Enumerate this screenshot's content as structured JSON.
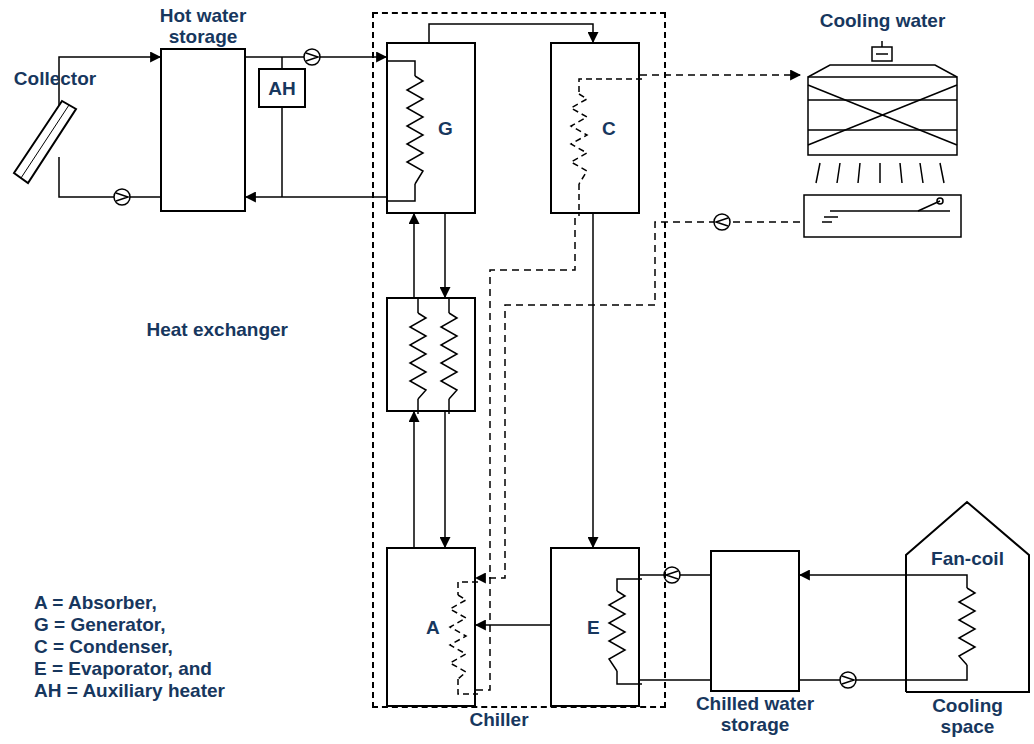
{
  "diagram": {
    "nodes": [
      {
        "text": [
          "Collector"
        ]
      },
      {
        "text": [
          "Hot water storage"
        ]
      },
      {
        "text": [
          "AH"
        ]
      },
      {
        "text": [
          "Chiller"
        ]
      },
      {
        "text": [
          "G"
        ],
        "in": 3
      },
      {
        "text": [
          "C"
        ],
        "in": 3
      },
      {
        "text": [
          "Heat exchanger"
        ],
        "in": 3
      },
      {
        "text": [
          "A"
        ],
        "in": 3
      },
      {
        "text": [
          "E"
        ],
        "in": 3
      },
      {
        "text": [
          "Cooling water"
        ]
      },
      {
        "text": [
          "Chilled water storage"
        ]
      },
      {
        "text": [
          "Fan-coil",
          "Cooling space"
        ]
      }
    ],
    "edges": [
      {
        "from": 0,
        "to": 1,
        "arrow": "to"
      },
      {
        "from": 1,
        "to": 0,
        "arrow": "none"
      },
      {
        "from": 1,
        "to": 4,
        "arrow": "to"
      },
      {
        "from": 4,
        "to": 1,
        "arrow": "to"
      },
      {
        "from": 4,
        "to": 5,
        "arrow": "to"
      },
      {
        "from": 5,
        "to": 8,
        "arrow": "to"
      },
      {
        "from": 6,
        "to": 4,
        "arrow": "to"
      },
      {
        "from": 4,
        "to": 6,
        "arrow": "to"
      },
      {
        "from": 7,
        "to": 6,
        "arrow": "to"
      },
      {
        "from": 6,
        "to": 7,
        "arrow": "to"
      },
      {
        "from": 8,
        "to": 7,
        "arrow": "to"
      },
      {
        "from": 9,
        "to": 7,
        "arrow": "to"
      },
      {
        "from": 7,
        "to": 5,
        "arrow": "none"
      },
      {
        "from": 5,
        "to": 9,
        "arrow": "to"
      },
      {
        "from": 10,
        "to": 8,
        "arrow": "none"
      },
      {
        "from": 8,
        "to": 10,
        "arrow": "none"
      },
      {
        "from": 11,
        "to": 10,
        "arrow": "to"
      },
      {
        "from": 10,
        "to": 11,
        "arrow": "none"
      }
    ],
    "labels": [
      "A = Absorber,",
      "G = Generator,",
      "C = Condenser,",
      "E = Evaporator, and",
      "AH = Auxiliary heater"
    ]
  }
}
